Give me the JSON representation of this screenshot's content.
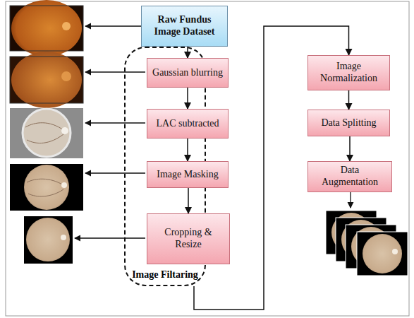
{
  "diagram": {
    "nodes": [
      {
        "text": [
          "Raw Fundus Image Dataset"
        ]
      },
      {
        "text": [
          "Image Filtaring"
        ]
      },
      {
        "text": [
          "Gaussian blurring"
        ],
        "in": 1
      },
      {
        "text": [
          "LAC subtracted"
        ],
        "in": 1
      },
      {
        "text": [
          "Image Masking"
        ],
        "in": 1
      },
      {
        "text": [
          "Cropping & Resize"
        ],
        "in": 1
      },
      {
        "text": [
          "Image Normalization"
        ]
      },
      {
        "text": [
          "Data Splitting"
        ]
      },
      {
        "text": [
          "Data Augmentation"
        ]
      }
    ],
    "edges": [
      {
        "from": 0,
        "to": 2,
        "arrow": "to"
      },
      {
        "from": 2,
        "to": 3,
        "arrow": "to"
      },
      {
        "from": 3,
        "to": 4,
        "arrow": "to"
      },
      {
        "from": 4,
        "to": 5,
        "arrow": "to"
      },
      {
        "from": 1,
        "to": 6,
        "arrow": "to"
      },
      {
        "from": 6,
        "to": 7,
        "arrow": "to"
      },
      {
        "from": 7,
        "to": 8,
        "arrow": "to"
      }
    ]
  }
}
